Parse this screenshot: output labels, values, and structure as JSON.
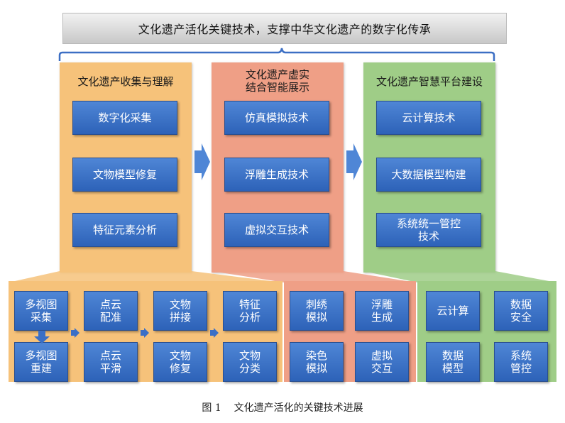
{
  "banner": "文化遗产活化关键技术，支撑中华文化遗产的数字化传承",
  "panels": [
    {
      "title_lines": [
        "文化遗产收集与理解"
      ],
      "items": [
        [
          "数字化采集"
        ],
        [
          "文物模型修复"
        ],
        [
          "特征元素分析"
        ]
      ]
    },
    {
      "title_lines": [
        "文化遗产虚实",
        "结合智能展示"
      ],
      "items": [
        [
          "仿真模拟技术"
        ],
        [
          "浮雕生成技术"
        ],
        [
          "虚拟交互技术"
        ]
      ]
    },
    {
      "title_lines": [
        "文化遗产智慧平台建设"
      ],
      "items": [
        [
          "云计算技术"
        ],
        [
          "大数据模型构建"
        ],
        [
          "系统统一管控",
          "技术"
        ]
      ]
    }
  ],
  "lower": {
    "collect": {
      "top": [
        [
          "多视图",
          "采集"
        ],
        [
          "点云",
          "配准"
        ],
        [
          "文物",
          "拼接"
        ],
        [
          "特征",
          "分析"
        ]
      ],
      "bottom": [
        [
          "多视图",
          "重建"
        ],
        [
          "点云",
          "平滑"
        ],
        [
          "文物",
          "修复"
        ],
        [
          "文物",
          "分类"
        ]
      ]
    },
    "display": [
      [
        "刺绣",
        "模拟"
      ],
      [
        "浮雕",
        "生成"
      ],
      [
        "染色",
        "模拟"
      ],
      [
        "虚拟",
        "交互"
      ]
    ],
    "platform": [
      [
        "云计算"
      ],
      [
        "数据",
        "安全"
      ],
      [
        "数据",
        "模型"
      ],
      [
        "系统",
        "管控"
      ]
    ]
  },
  "colors": {
    "orange": "#f6c27a",
    "salmon": "#ef9f86",
    "green": "#9fcd87",
    "box_blue": "#3a6fc6",
    "arrow_blue": "#4f86d6",
    "brace_blue": "#3c6fc4"
  },
  "caption": "图 1    文化遗产活化的关键技术进展"
}
